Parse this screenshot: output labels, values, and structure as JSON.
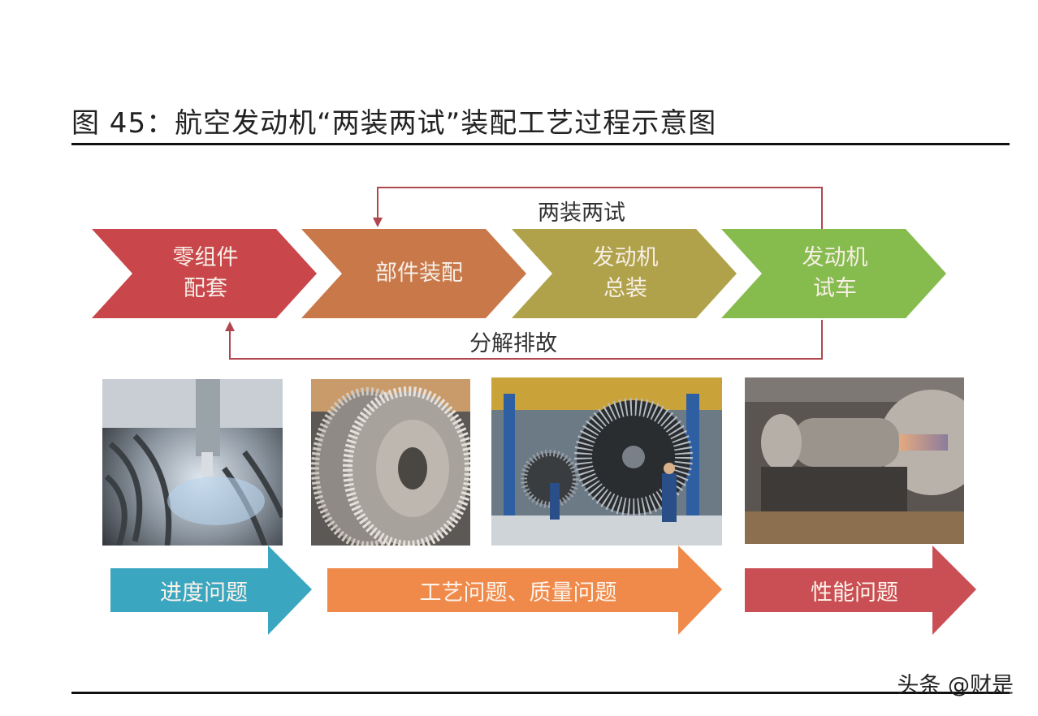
{
  "title": "图 45：航空发动机“两装两试”装配工艺过程示意图",
  "process_steps": [
    {
      "line1": "零组件",
      "line2": "配套",
      "color": "#c9464b"
    },
    {
      "line1": "部件装配",
      "line2": "",
      "color": "#c9784a"
    },
    {
      "line1": "发动机",
      "line2": "总装",
      "color": "#b0a24a"
    },
    {
      "line1": "发动机",
      "line2": "试车",
      "color": "#86bb4e"
    }
  ],
  "loops": {
    "top_label": "两装两试",
    "bottom_label": "分解排故",
    "line_color": "#b0474e"
  },
  "photos": [
    {
      "icon": "machining-photo"
    },
    {
      "icon": "turbine-disk-photo"
    },
    {
      "icon": "engine-assembly-photo"
    },
    {
      "icon": "engine-test-photo"
    }
  ],
  "issue_arrows": [
    {
      "label": "进度问题",
      "color": "#3aa6c0"
    },
    {
      "label": "工艺问题、质量问题",
      "color": "#f08a4b"
    },
    {
      "label": "性能问题",
      "color": "#c94f55"
    }
  ],
  "watermark": "头条 @财是"
}
